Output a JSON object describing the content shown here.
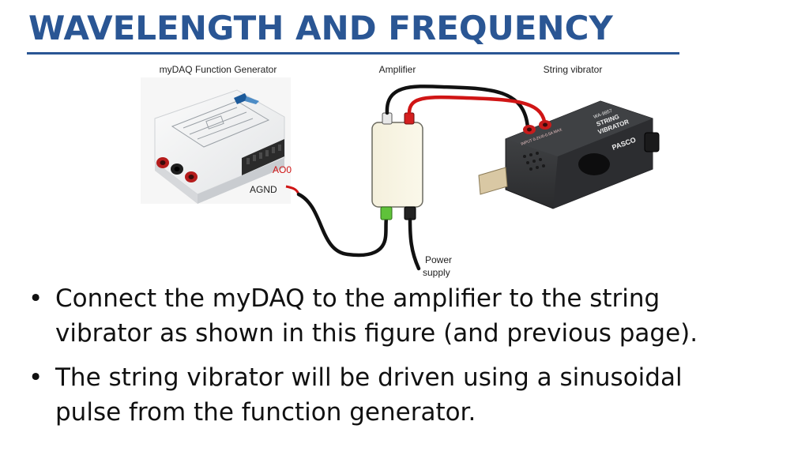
{
  "slide": {
    "title": "WAVELENGTH AND FREQUENCY",
    "accent_color": "#2a5694"
  },
  "figure": {
    "labels": {
      "function_generator": "myDAQ Function Generator",
      "amplifier": "Amplifier",
      "string_vibrator": "String vibrator",
      "ao0": "AO0",
      "agnd": "AGND",
      "power_supply_line1": "Power",
      "power_supply_line2": "supply"
    },
    "colors": {
      "signal_wire": "#d01515",
      "ground_wire": "#111111",
      "ao0_label": "#d01515"
    },
    "device_text": {
      "vibrator_model": "WA-9857",
      "vibrator_name_line1": "STRING",
      "vibrator_name_line2": "VIBRATOR",
      "vibrator_brand": "PASCO",
      "vibrator_input": "INPUT 0-2V/0-0.5A MAX"
    }
  },
  "bullets": [
    {
      "line1": "Connect the myDAQ to the amplifier to the string",
      "line2": "vibrator as shown in this figure (and previous page)."
    },
    {
      "line1": "The string vibrator will be driven using a sinusoidal",
      "line2": "pulse from the function generator."
    }
  ]
}
